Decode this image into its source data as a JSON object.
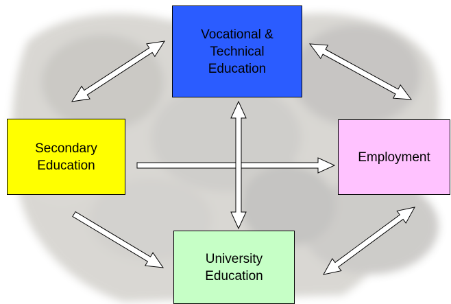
{
  "diagram": {
    "nodes": [
      {
        "id": "vocational",
        "label": "Vocational &\nTechnical\nEducation",
        "color": "#2b5cff"
      },
      {
        "id": "secondary",
        "label": "Secondary\nEducation",
        "color": "#ffff00"
      },
      {
        "id": "employment",
        "label": "Employment",
        "color": "#ffc2ff"
      },
      {
        "id": "university",
        "label": "University\nEducation",
        "color": "#c6ffc6"
      }
    ],
    "edges": [
      {
        "from": "secondary",
        "to": "vocational",
        "direction": "both"
      },
      {
        "from": "vocational",
        "to": "employment",
        "direction": "both"
      },
      {
        "from": "secondary",
        "to": "employment",
        "direction": "forward"
      },
      {
        "from": "vocational",
        "to": "university",
        "direction": "both"
      },
      {
        "from": "secondary",
        "to": "university",
        "direction": "forward"
      },
      {
        "from": "university",
        "to": "employment",
        "direction": "both"
      }
    ],
    "arrow_fill": "#ffffff",
    "arrow_stroke": "#000000",
    "background_photo_tint": "#7d7a72"
  }
}
